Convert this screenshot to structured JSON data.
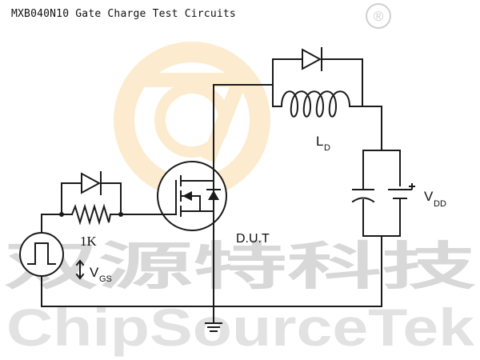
{
  "title": "MXB040N10 Gate Charge Test Circuits",
  "watermark": {
    "chinese_text": "双源特科技",
    "english_text": "ChipSourceTek",
    "registered_mark": "®",
    "logo_colors": [
      "#f5a623",
      "#e8e8e8"
    ]
  },
  "labels": {
    "inductor": "L",
    "inductor_sub": "D",
    "supply": "V",
    "supply_sub": "DD",
    "resistor": "1K",
    "gate_voltage": "V",
    "gate_voltage_sub": "GS",
    "dut": "D.U.T"
  },
  "colors": {
    "wire": "#1a1a1a",
    "logo_orange": "#f5a623"
  }
}
